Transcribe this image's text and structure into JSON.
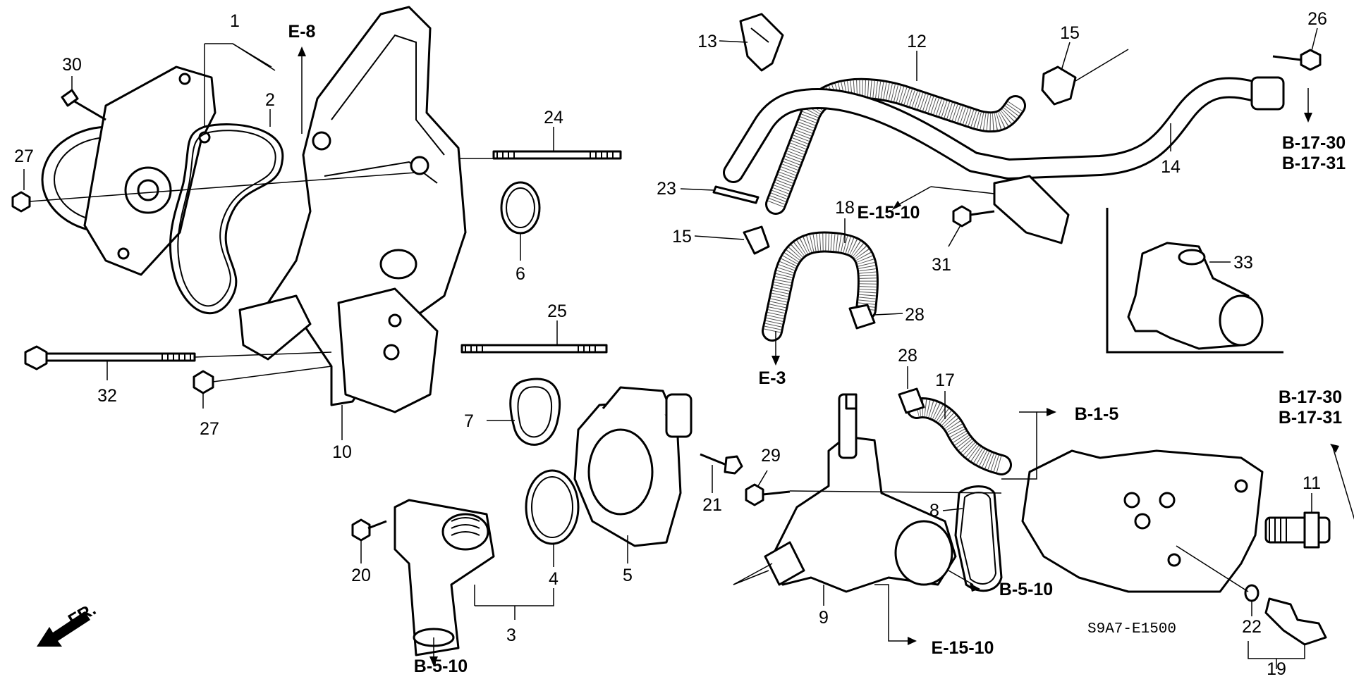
{
  "diagram": {
    "part_numbers": [
      "1",
      "2",
      "3",
      "4",
      "5",
      "6",
      "7",
      "8",
      "9",
      "10",
      "11",
      "12",
      "13",
      "14",
      "15",
      "15",
      "17",
      "18",
      "19",
      "20",
      "21",
      "22",
      "23",
      "24",
      "25",
      "26",
      "27",
      "27",
      "28",
      "28",
      "29",
      "30",
      "31",
      "32",
      "33"
    ],
    "references": {
      "e8": "E-8",
      "e3": "E-3",
      "e15_10_top": "E-15-10",
      "e15_10_bottom": "E-15-10",
      "b17_30_top": "B-17-30",
      "b17_31_top": "B-17-31",
      "b17_30_right": "B-17-30",
      "b17_31_right": "B-17-31",
      "b1_5": "B-1-5",
      "b5_10_mid": "B-5-10",
      "b5_10_bottom": "B-5-10"
    },
    "front_marker": "FR.",
    "diagram_code": "S9A7-E1500"
  }
}
